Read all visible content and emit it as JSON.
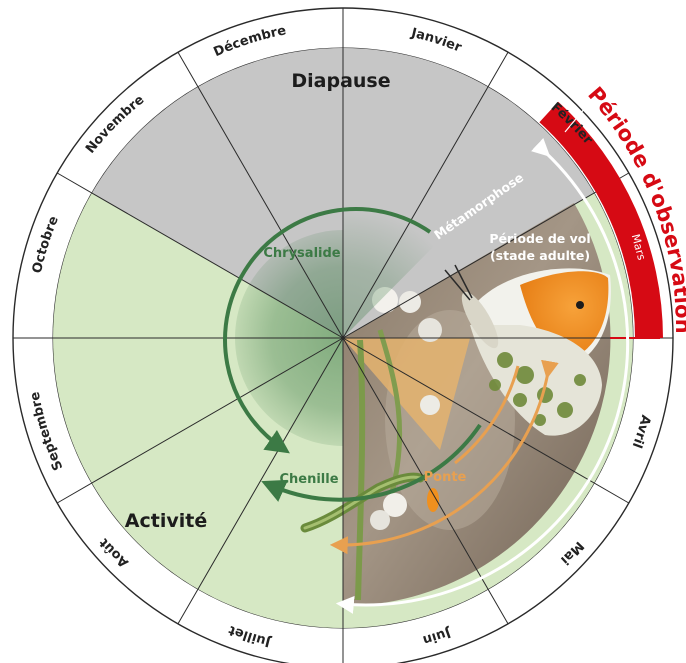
{
  "months": [
    "Janvier",
    "Février",
    "Mars",
    "Avril",
    "Mai",
    "Juin",
    "Juillet",
    "Août",
    "Septembre",
    "Octobre",
    "Novembre",
    "Décembre"
  ],
  "observation_title": "Période d'observation",
  "phases": {
    "diapause": "Diapause",
    "activite": "Activité"
  },
  "stages": {
    "chrysalide": "Chrysalide",
    "metamorphose": "Métamorphose",
    "vol_line1": "Période de vol",
    "vol_line2": "(stade adulte)",
    "ponte": "Ponte",
    "chenille": "Chenille"
  },
  "colors": {
    "diapause_grey": "#c6c6c6",
    "activity_green": "#d6e8c4",
    "observation_red": "#d60a14",
    "cycle_green": "#3c7a45",
    "ponte_orange": "#e8a050",
    "wing_orange": "#f0901e"
  }
}
